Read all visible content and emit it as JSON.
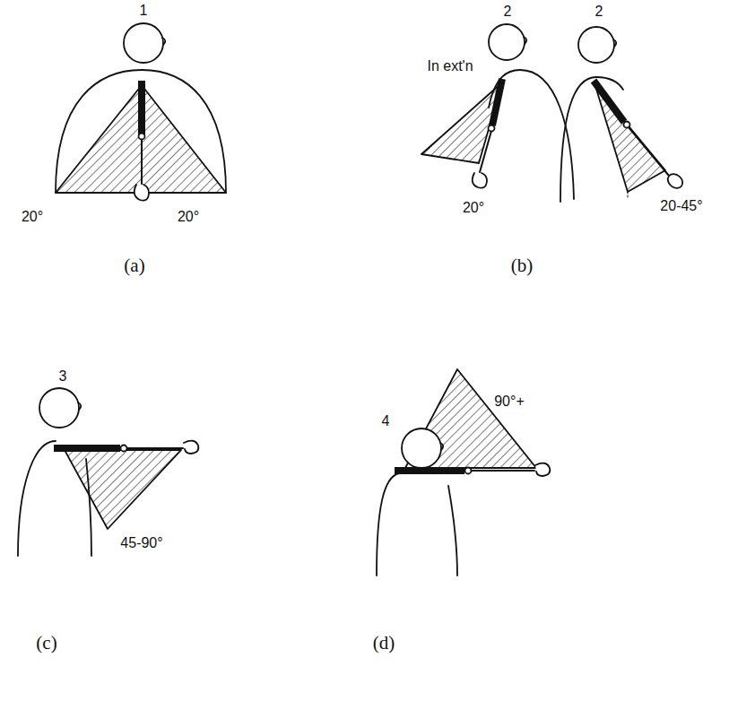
{
  "diagram": {
    "labels": [
      "1",
      "20°",
      "20°",
      "(a)",
      "2",
      "2",
      "In ext'n",
      "20°",
      "20-45°",
      "(b)",
      "3",
      "45-90°",
      "(c)",
      "4",
      "90°+",
      "(d)"
    ]
  }
}
